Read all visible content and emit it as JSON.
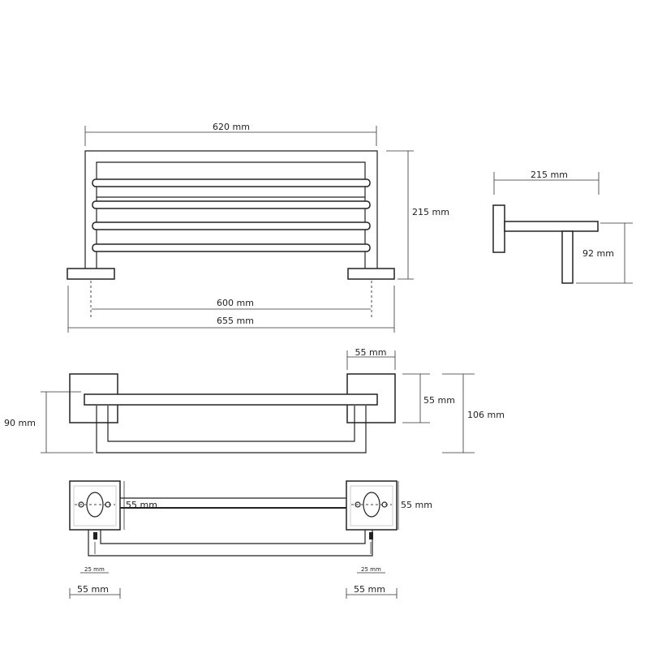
{
  "front_view": {
    "width_label": "620 mm",
    "height_label": "215 mm",
    "mount_spacing_label": "600 mm",
    "overall_width_label": "655 mm"
  },
  "side_view": {
    "depth_label": "215 mm",
    "drop_label": "92 mm"
  },
  "top_view": {
    "flange_width_label": "55 mm",
    "flange_height_label": "55 mm",
    "total_depth_label": "106 mm",
    "rail_depth_label": "90 mm"
  },
  "mount_view": {
    "plate_height_left_label": "55 mm",
    "plate_height_right_label": "55 mm",
    "hole_offset_left_label": "25 mm",
    "hole_offset_right_label": "25 mm",
    "plate_width_left_label": "55 mm",
    "plate_width_right_label": "55 mm"
  }
}
